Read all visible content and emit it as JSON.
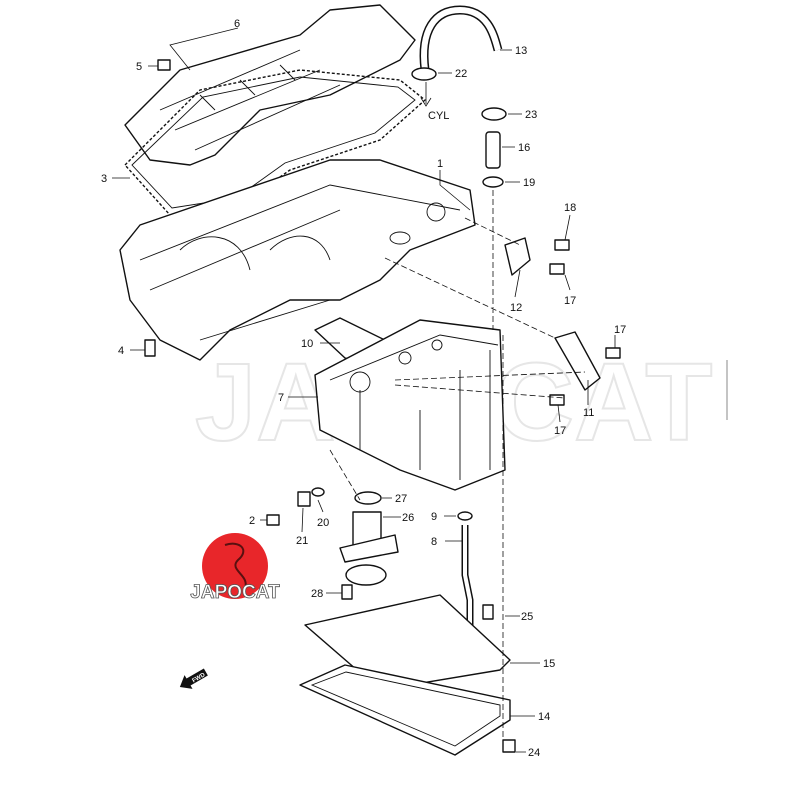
{
  "diagram": {
    "callouts": [
      "6",
      "5",
      "13",
      "22",
      "23",
      "16",
      "19",
      "1",
      "3",
      "18",
      "17",
      "12",
      "17",
      "11",
      "17",
      "4",
      "10",
      "7",
      "27",
      "2",
      "20",
      "26",
      "9",
      "21",
      "8",
      "28",
      "25",
      "15",
      "14",
      "24"
    ],
    "direction_label": "CYL",
    "fwd_label": "FWD",
    "watermark": "JAPOCAT",
    "logo_text": "JAPOCAT"
  },
  "colors": {
    "logo_red": "#e8262a",
    "line": "#111111"
  }
}
